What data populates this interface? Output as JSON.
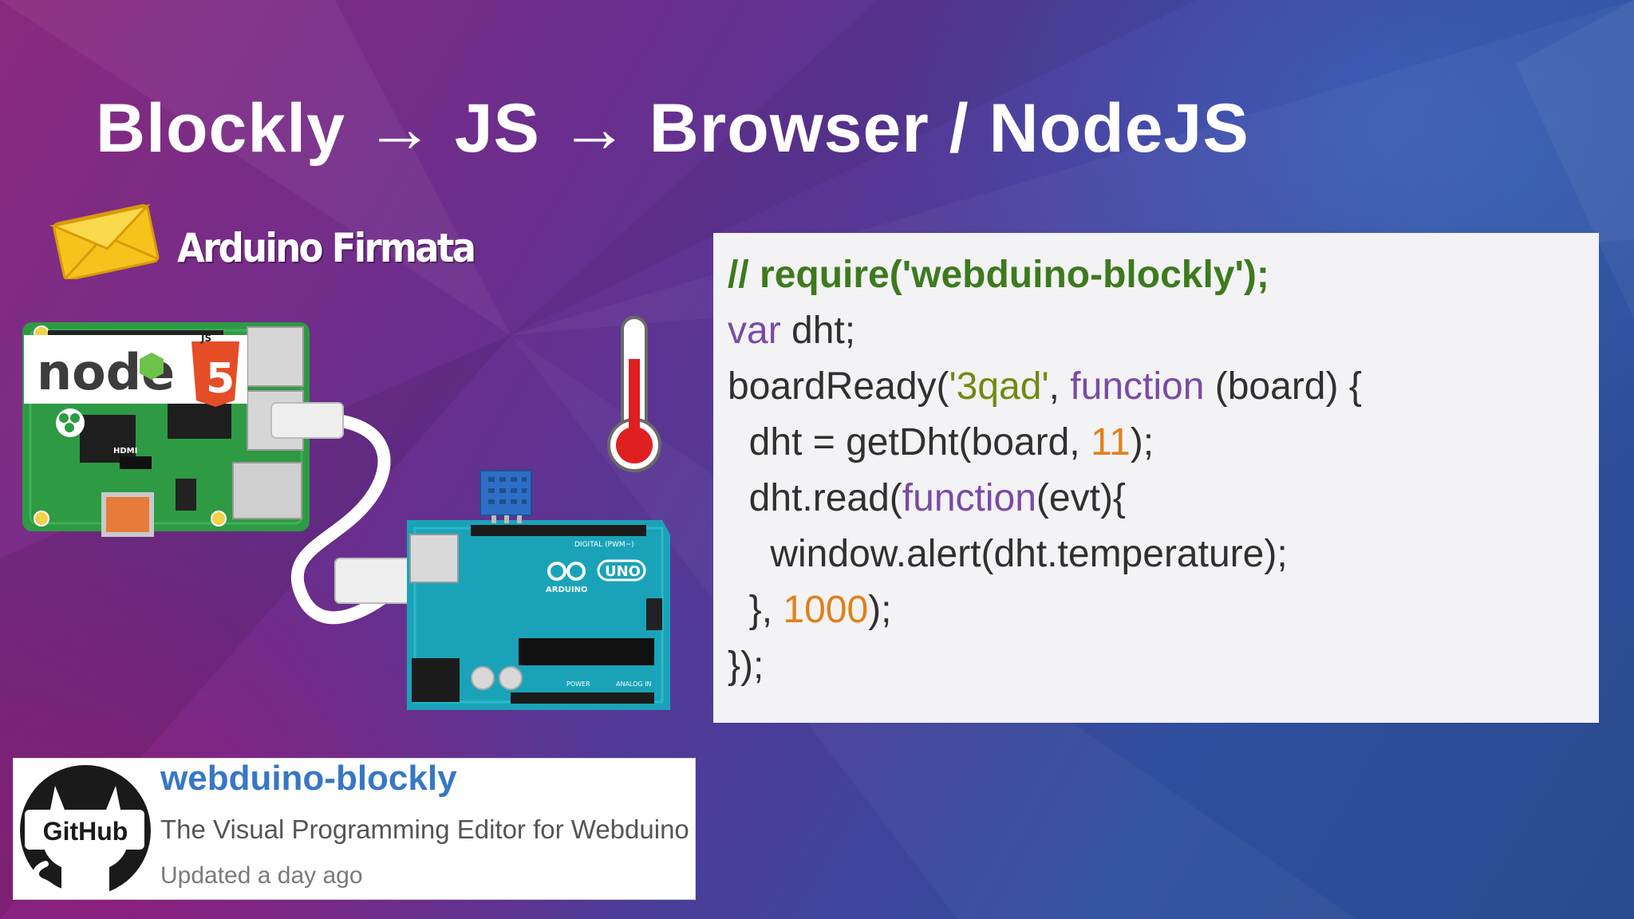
{
  "slide": {
    "title": "Blockly →  JS → Browser / NodeJS",
    "firmata_label": "Arduino Firmata"
  },
  "hardware": {
    "node_logo": "node",
    "html5_logo": "5",
    "js_badge": "JS",
    "hdmi_label": "HDMI",
    "arduino_label": "ARDUINO",
    "uno_label": "UNO",
    "digital_label": "DIGITAL (PWM~)",
    "power_label": "POWER",
    "analog_label": "ANALOG IN"
  },
  "code": {
    "lines": [
      [
        {
          "t": "// require('webduino-blockly');",
          "c": "comment"
        }
      ],
      [
        {
          "t": "var",
          "c": "kw"
        },
        {
          "t": " dht;",
          "c": "plain"
        }
      ],
      [
        {
          "t": "boardReady(",
          "c": "plain"
        },
        {
          "t": "'3qad'",
          "c": "str"
        },
        {
          "t": ", ",
          "c": "plain"
        },
        {
          "t": "function",
          "c": "kw"
        },
        {
          "t": " (board) {",
          "c": "plain"
        }
      ],
      [
        {
          "t": "  dht = getDht(board, ",
          "c": "plain"
        },
        {
          "t": "11",
          "c": "num"
        },
        {
          "t": ");",
          "c": "plain"
        }
      ],
      [
        {
          "t": "  dht.read(",
          "c": "plain"
        },
        {
          "t": "function",
          "c": "kw"
        },
        {
          "t": "(evt){",
          "c": "plain"
        }
      ],
      [
        {
          "t": "    window.alert(dht.temperature);",
          "c": "plain"
        }
      ],
      [
        {
          "t": "  }, ",
          "c": "plain"
        },
        {
          "t": "1000",
          "c": "num"
        },
        {
          "t": ");",
          "c": "plain"
        }
      ],
      [
        {
          "t": "});",
          "c": "plain"
        }
      ]
    ]
  },
  "github": {
    "logo_text": "GitHub",
    "repo_name": "webduino-blockly",
    "description": "The Visual Programming Editor for Webduino",
    "updated": "Updated a day ago"
  },
  "colors": {
    "comment": "#3d7a1e",
    "keyword": "#7a4aa6",
    "string": "#708a12",
    "number": "#e0801a",
    "repo_link": "#3777c4",
    "pi_board": "#2e9a44",
    "arduino_board": "#1aa3b8"
  },
  "icons": [
    "envelope-icon",
    "thermometer-icon",
    "github-octocat-icon"
  ]
}
